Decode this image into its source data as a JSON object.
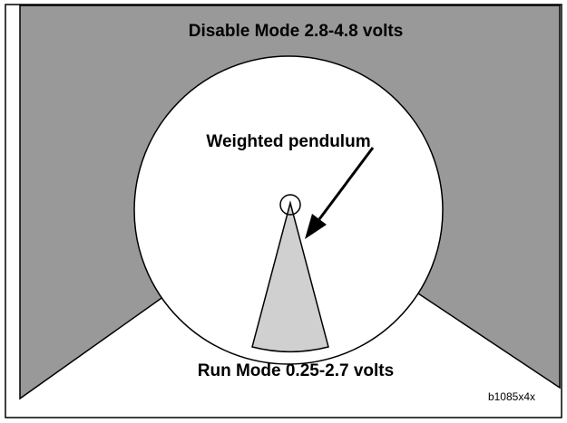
{
  "labels": {
    "disable_mode": "Disable Mode 2.8-4.8 volts",
    "pendulum": "Weighted pendulum",
    "run_mode": "Run Mode 0.25-2.7 volts",
    "figure_ref": "b1085x4x"
  },
  "colors": {
    "disable_zone": "#999999",
    "pendulum_fill": "#d0d0d0",
    "background": "#ffffff",
    "stroke": "#000000"
  }
}
